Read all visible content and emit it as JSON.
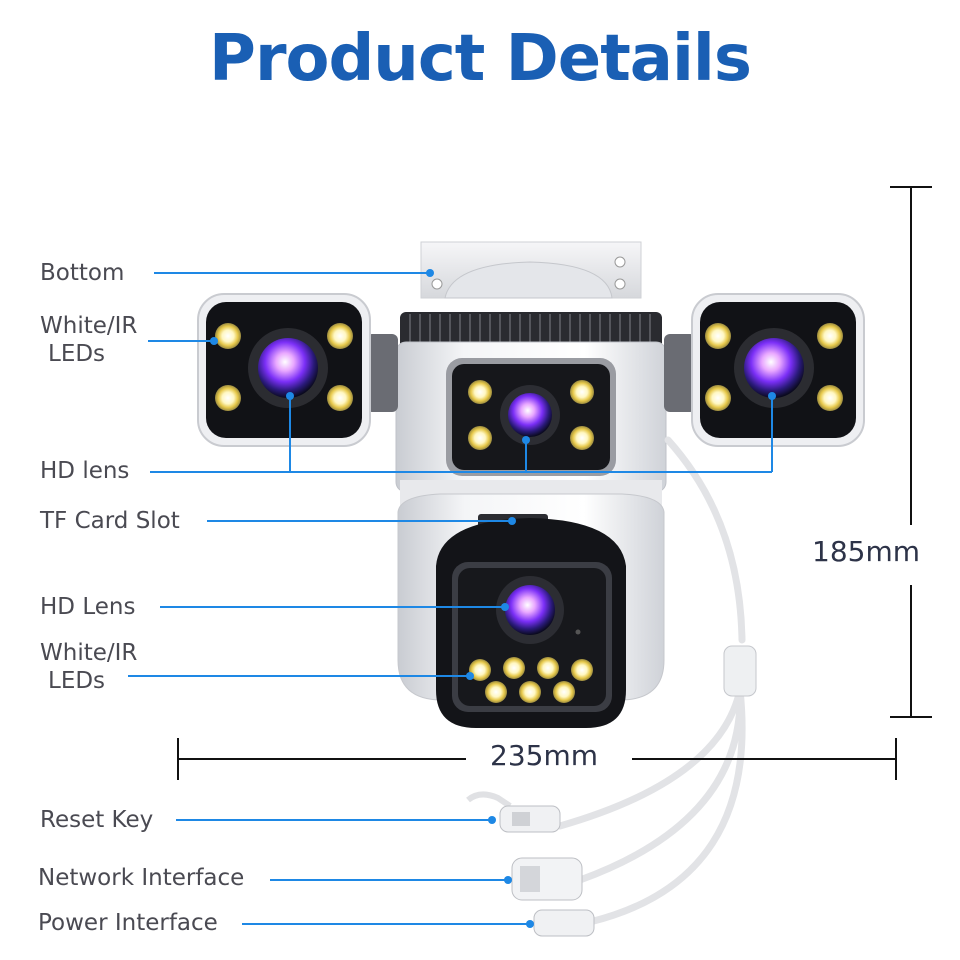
{
  "title": "Product Details",
  "colors": {
    "title": "#1a5fb4",
    "leader": "#1e88e5",
    "dimension": "#111111"
  },
  "labels": {
    "bottom": "Bottom",
    "white_ir_leds_top_1": "White/IR",
    "white_ir_leds_top_2": "LEDs",
    "hd_lens_top": "HD lens",
    "tf_card_slot": "TF Card Slot",
    "hd_lens_bottom": "HD Lens",
    "white_ir_leds_bottom_1": "White/IR",
    "white_ir_leds_bottom_2": "LEDs",
    "reset_key": "Reset Key",
    "network_interface": "Network Interface",
    "power_interface": "Power Interface"
  },
  "dimensions": {
    "height": "185mm",
    "width": "235mm"
  }
}
